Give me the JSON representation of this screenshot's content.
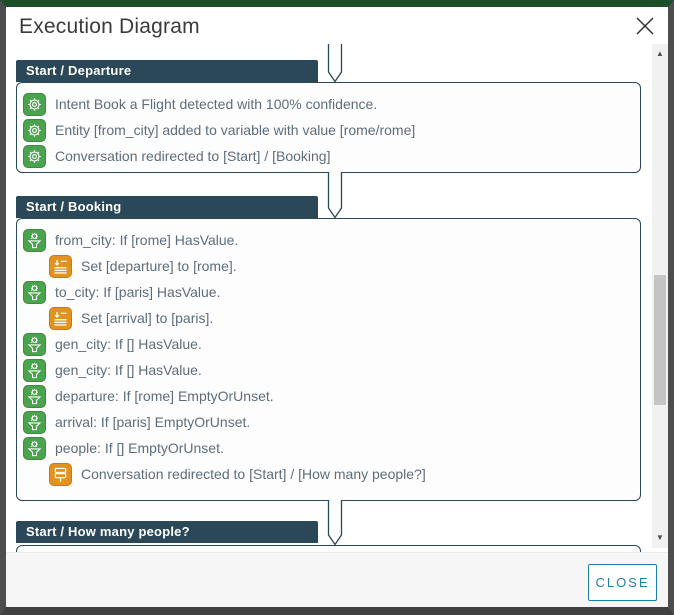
{
  "dialog": {
    "title": "Execution Diagram",
    "close_glyph": "✕",
    "close_button_label": "CLOSE"
  },
  "icons": {
    "scroll_up_glyph": "▲",
    "scroll_down_glyph": "▼"
  },
  "colors": {
    "accent_slate": "#2b4859",
    "green_icon": "#4aa34d",
    "orange_icon": "#e2921e",
    "close_button_teal": "#1f7ea6",
    "frame_top_green": "#1d4f2b",
    "frame_gray": "#4d4d4d",
    "item_text_gray": "#5d6d7c"
  },
  "sections": [
    {
      "title": "Start / Departure",
      "items": [
        {
          "icon": "gear-icon",
          "indent": false,
          "text": "Intent Book a Flight detected with 100% confidence."
        },
        {
          "icon": "gear-icon",
          "indent": false,
          "text": "Entity [from_city] added to variable with value [rome/rome]"
        },
        {
          "icon": "gear-icon",
          "indent": false,
          "text": "Conversation redirected to [Start] / [Booking]"
        }
      ]
    },
    {
      "title": "Start / Booking",
      "items": [
        {
          "icon": "condition-filter-icon",
          "indent": false,
          "text": "from_city: If [rome] HasValue."
        },
        {
          "icon": "set-value-icon",
          "indent": true,
          "text": "Set [departure] to [rome]."
        },
        {
          "icon": "condition-filter-icon",
          "indent": false,
          "text": "to_city: If [paris] HasValue."
        },
        {
          "icon": "set-value-icon",
          "indent": true,
          "text": "Set [arrival] to [paris]."
        },
        {
          "icon": "condition-filter-icon",
          "indent": false,
          "text": "gen_city: If [] HasValue."
        },
        {
          "icon": "condition-filter-icon",
          "indent": false,
          "text": "gen_city: If [] HasValue."
        },
        {
          "icon": "condition-filter-icon",
          "indent": false,
          "text": "departure: If [rome] EmptyOrUnset."
        },
        {
          "icon": "condition-filter-icon",
          "indent": false,
          "text": "arrival: If [paris] EmptyOrUnset."
        },
        {
          "icon": "condition-filter-icon",
          "indent": false,
          "text": "people: If [] EmptyOrUnset."
        },
        {
          "icon": "redirect-signpost-icon",
          "indent": true,
          "text": "Conversation redirected to [Start] / [How many people?]"
        }
      ]
    },
    {
      "title": "Start / How many people?",
      "items": []
    }
  ]
}
